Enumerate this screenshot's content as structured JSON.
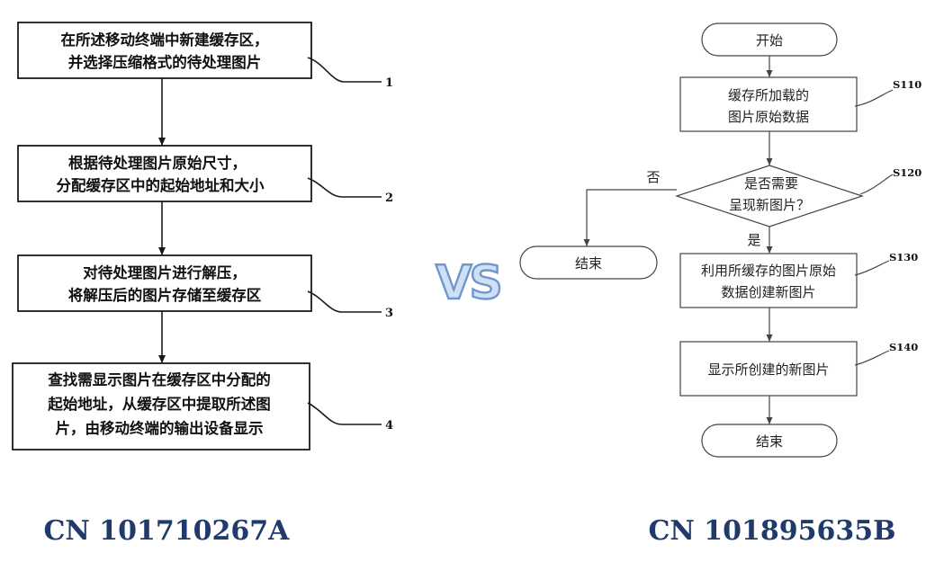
{
  "left": {
    "steps": [
      {
        "num": "1",
        "lines": [
          "在所述移动终端中新建缓存区，",
          "并选择压缩格式的待处理图片"
        ]
      },
      {
        "num": "2",
        "lines": [
          "根据待处理图片原始尺寸，",
          "分配缓存区中的起始地址和大小"
        ]
      },
      {
        "num": "3",
        "lines": [
          "对待处理图片进行解压，",
          "将解压后的图片存储至缓存区"
        ]
      },
      {
        "num": "4",
        "lines": [
          "查找需显示图片在缓存区中分配的",
          "起始地址，从缓存区中提取所述图",
          "片，由移动终端的输出设备显示"
        ]
      }
    ],
    "caption": "CN 101710267A"
  },
  "vs": "VS",
  "right": {
    "start": "开始",
    "s110": {
      "id": "S110",
      "lines": [
        "缓存所加载的",
        "图片原始数据"
      ]
    },
    "s120": {
      "id": "S120",
      "lines": [
        "是否需要",
        "呈现新图片？"
      ]
    },
    "no_label": "否",
    "yes_label": "是",
    "end_no": "结束",
    "s130": {
      "id": "S130",
      "lines": [
        "利用所缓存的图片原始",
        "数据创建新图片"
      ]
    },
    "s140": {
      "id": "S140",
      "lines": [
        "显示所创建的新图片"
      ]
    },
    "end": "结束",
    "caption": "CN 101895635B"
  }
}
